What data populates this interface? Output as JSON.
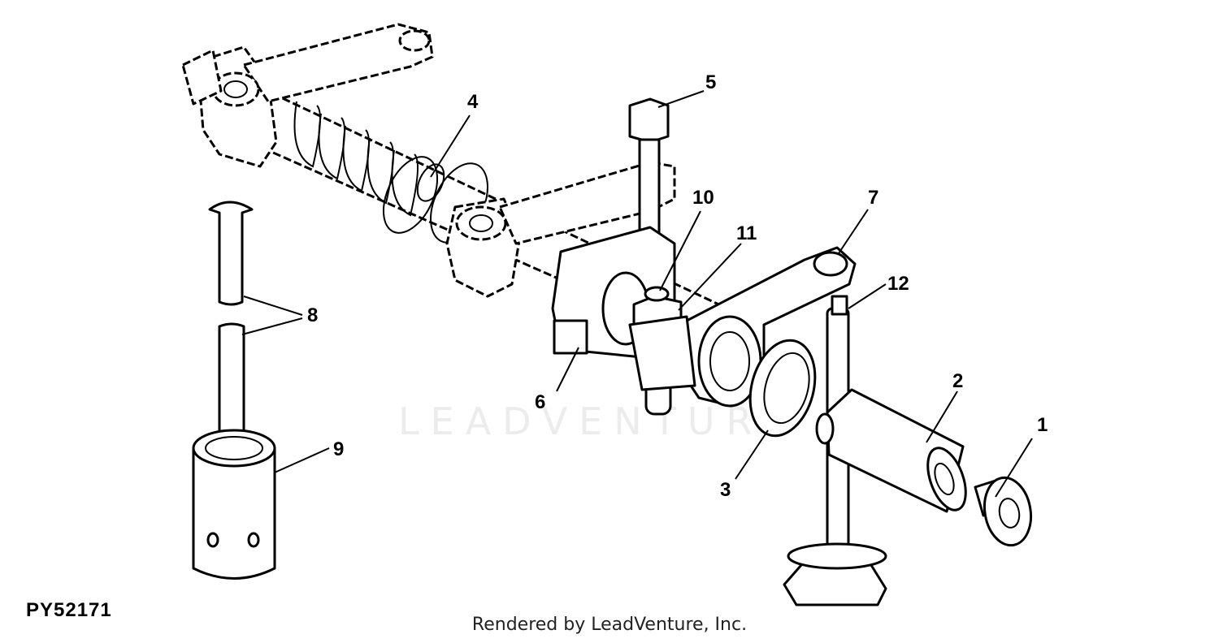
{
  "diagram_code": "PY52171",
  "credit": "Rendered by LeadVenture, Inc.",
  "watermark": "LEADVENTURE",
  "callouts": {
    "c1": "1",
    "c2": "2",
    "c3": "3",
    "c4": "4",
    "c5": "5",
    "c6": "6",
    "c7": "7",
    "c8": "8",
    "c9": "9",
    "c10": "10",
    "c11": "11",
    "c12": "12"
  }
}
